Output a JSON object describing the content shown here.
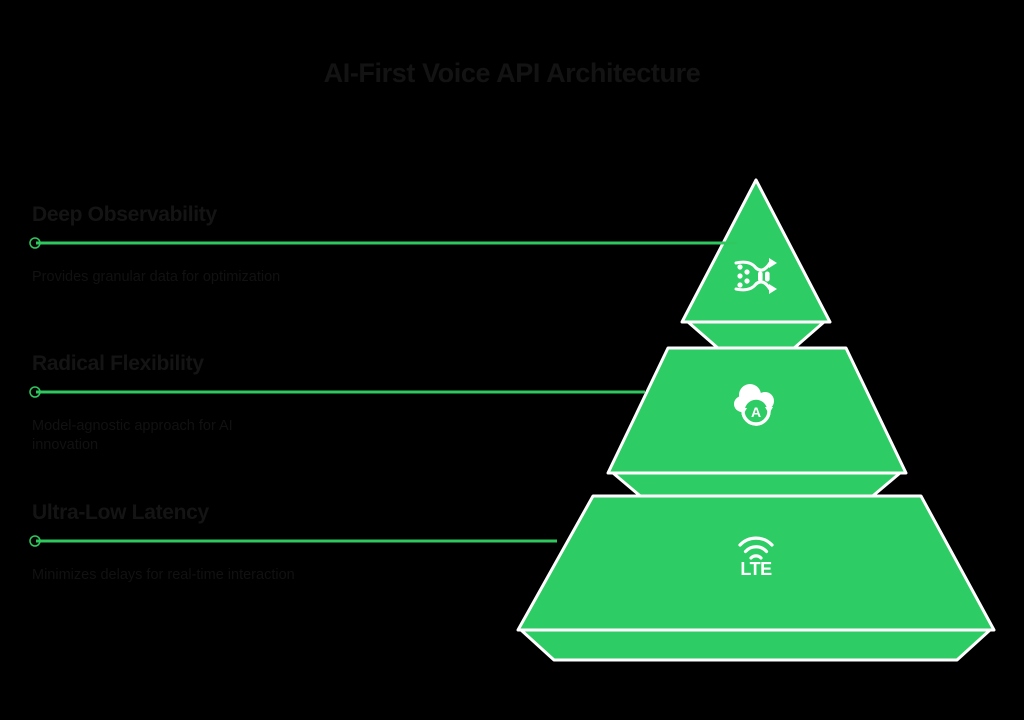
{
  "title": "AI-First Voice API Architecture",
  "theme": {
    "background": "#000000",
    "tier_fill": "#2ECC64",
    "tier_side_fill": "#2ECC64",
    "tier_stroke": "#FFFFFF",
    "connector_color": "#2FC85F",
    "title_color": "#131313",
    "heading_color": "#141414",
    "body_color": "#111111",
    "icon_color": "#FFFFFF"
  },
  "chart_data": {
    "type": "pyramid",
    "title": "AI-First Voice API Architecture",
    "orientation": "bottom-widest",
    "levels": [
      {
        "rank": 1,
        "position": "top",
        "heading": "Deep Observability",
        "description": "Provides granular data for optimization",
        "icon": "shuffle-icon"
      },
      {
        "rank": 2,
        "position": "middle",
        "heading": "Radical Flexibility",
        "description": "Model-agnostic approach for AI innovation",
        "icon": "cloud-auto-sync-icon"
      },
      {
        "rank": 3,
        "position": "bottom",
        "heading": "Ultra-Low Latency",
        "description": "Minimizes delays for real-time interaction",
        "icon": "lte-signal-icon"
      }
    ]
  },
  "levels": [
    {
      "heading": "Deep Observability",
      "description": "Provides granular data for optimization",
      "icon_name": "shuffle-icon"
    },
    {
      "heading": "Radical Flexibility",
      "description": "Model-agnostic approach for AI innovation",
      "icon_name": "cloud-auto-sync-icon"
    },
    {
      "heading": "Ultra-Low Latency",
      "description": "Minimizes delays for real-time interaction",
      "icon_name": "lte-signal-icon"
    }
  ]
}
